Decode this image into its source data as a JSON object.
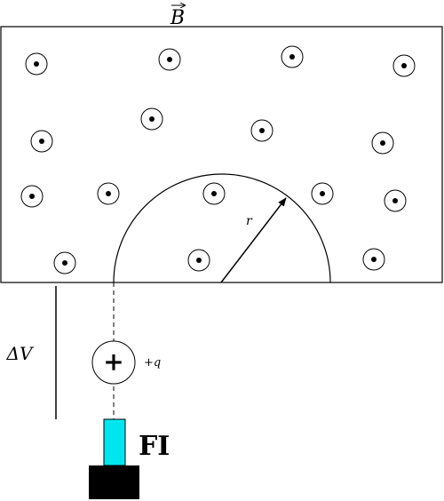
{
  "field": {
    "label": "B",
    "direction": "out of page",
    "symbol": "dot-in-circle"
  },
  "path": {
    "shape": "semicircle",
    "radius_label": "r"
  },
  "particle": {
    "symbol": "+",
    "charge_label": "+q"
  },
  "voltage": {
    "label": "ΔV"
  },
  "source": {
    "label": "FI",
    "nozzle_color": "#00e5ee",
    "base_color": "#000000"
  }
}
